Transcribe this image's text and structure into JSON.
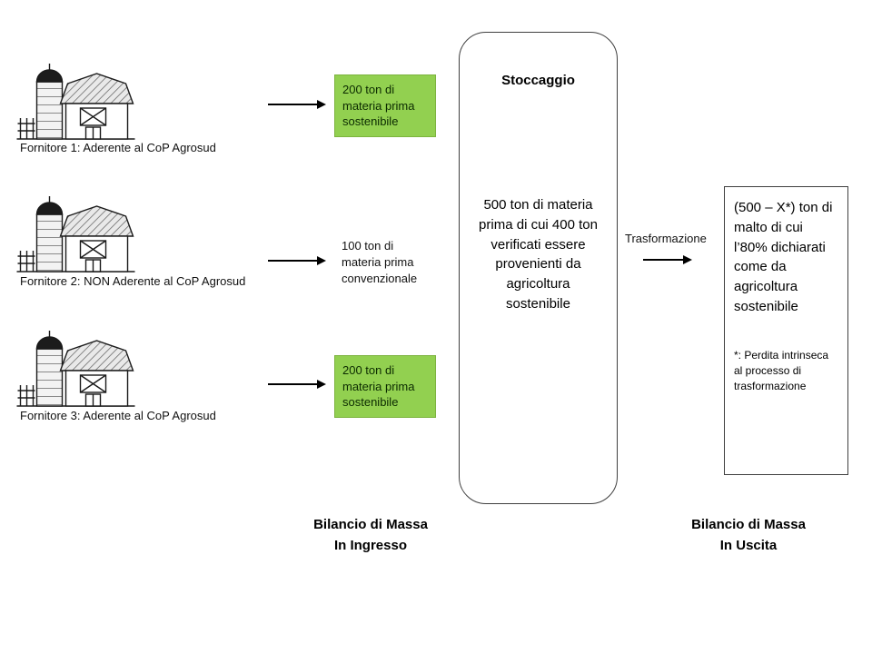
{
  "colors": {
    "highlight_green": "#92D050",
    "box_border": "#3f3f3f",
    "text": "#000000"
  },
  "suppliers": [
    {
      "name": "Fornitore 1: Aderente al CoP Agrosud",
      "flow": "200 ton di materia prima sostenibile",
      "sustainable": true
    },
    {
      "name": "Fornitore 2: NON Aderente al CoP Agrosud",
      "flow": "100 ton di materia prima convenzionale",
      "sustainable": false
    },
    {
      "name": "Fornitore 3: Aderente al CoP Agrosud",
      "flow": "200 ton di materia prima sostenibile",
      "sustainable": true
    }
  ],
  "storage": {
    "title": "Stoccaggio",
    "body": "500 ton di materia prima di cui 400 ton verificati essere provenienti da agricoltura sostenibile"
  },
  "process": {
    "label": "Trasformazione"
  },
  "output": {
    "main": "(500 – X*) ton di malto di cui l’80% dichiarati come da agricoltura sostenibile",
    "note": "*: Perdita intrinseca al processo di trasformazione"
  },
  "legend": {
    "input_line1": "Bilancio di Massa",
    "input_line2": "In Ingresso",
    "output_line1": "Bilancio di Massa",
    "output_line2": "In Uscita"
  }
}
